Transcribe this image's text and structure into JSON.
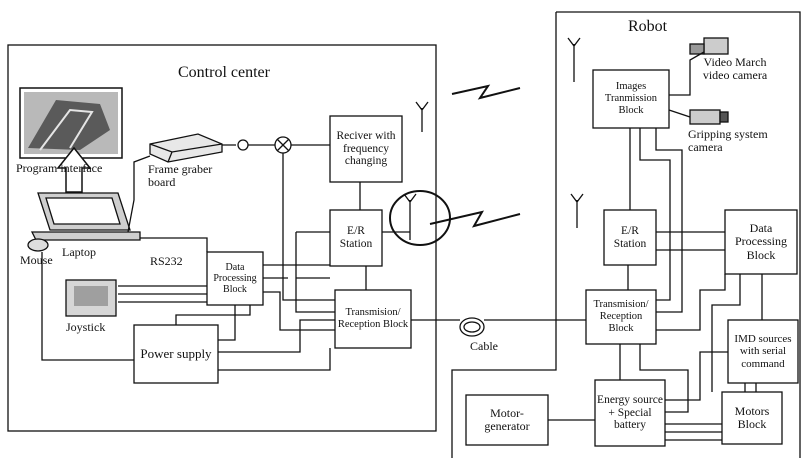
{
  "control_center": {
    "title": "Control center",
    "program_interface": "Program interface",
    "frame_grabber": "Frame graber board",
    "laptop": "Laptop",
    "mouse": "Mouse",
    "rs232": "RS232",
    "joystick": "Joystick",
    "receiver": "Reciver with frequency changing",
    "er_station": "E/R Station",
    "data_processing": "Data Processing Block",
    "transmission": "Transmision/ Reception Block",
    "power_supply": "Power supply"
  },
  "cable": "Cable",
  "robot": {
    "title": "Robot",
    "images_tx": "Images Tranmission Block",
    "video_label": "Video March video camera",
    "gripping_label": "Gripping system camera",
    "er_station": "E/R Station",
    "data_processing": "Data Processing Block",
    "transmission": "Transmision/ Reception Block",
    "imd": "IMD sources with serial command",
    "energy": "Energy source + Special battery",
    "motors": "Motors Block",
    "motor_generator": "Motor- generator"
  }
}
